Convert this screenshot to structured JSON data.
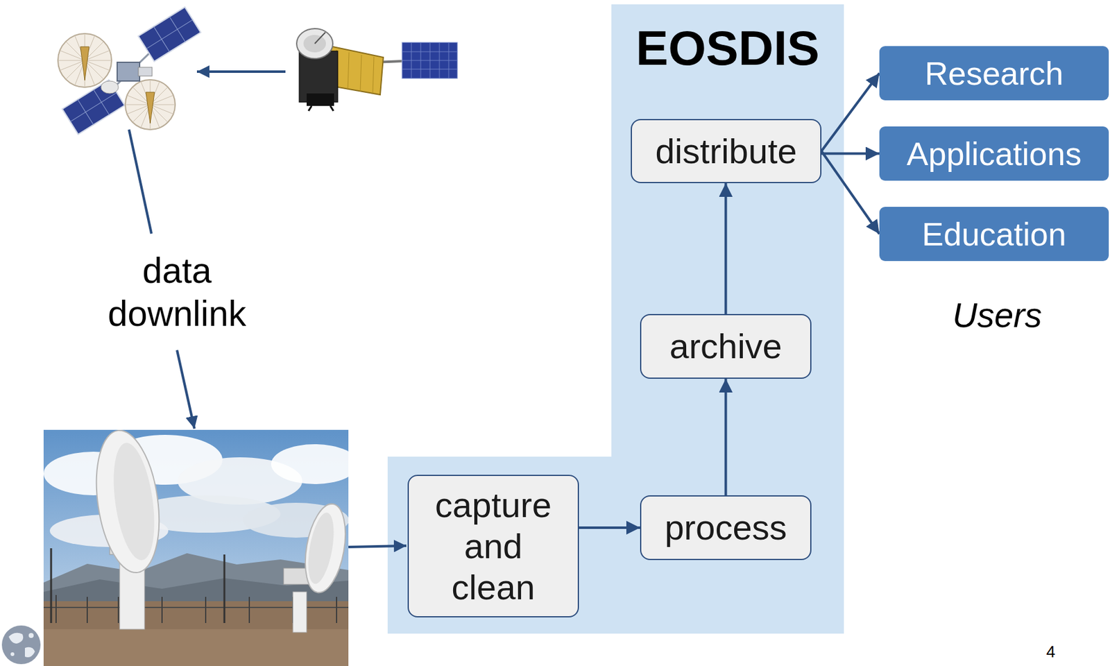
{
  "diagram": {
    "nodes": [
      {
        "text": [
          "EOSDIS"
        ]
      },
      {
        "text": [
          "capture and clean"
        ],
        "in": 0
      },
      {
        "text": [
          "process"
        ],
        "in": 0
      },
      {
        "text": [
          "archive"
        ],
        "in": 0
      },
      {
        "text": [
          "distribute"
        ],
        "in": 0
      },
      {
        "text": [
          "Research"
        ]
      },
      {
        "text": [
          "Applications"
        ]
      },
      {
        "text": [
          "Education"
        ]
      }
    ],
    "edges": [
      {
        "from": 1,
        "to": 2,
        "arrow": "to"
      },
      {
        "from": 2,
        "to": 3,
        "arrow": "to"
      },
      {
        "from": 3,
        "to": 4,
        "arrow": "to"
      },
      {
        "from": 4,
        "to": 5,
        "arrow": "to"
      },
      {
        "from": 4,
        "to": 6,
        "arrow": "to"
      },
      {
        "from": 4,
        "to": 7,
        "arrow": "to"
      }
    ],
    "labels": [
      "data downlink",
      "Users",
      "4"
    ]
  }
}
